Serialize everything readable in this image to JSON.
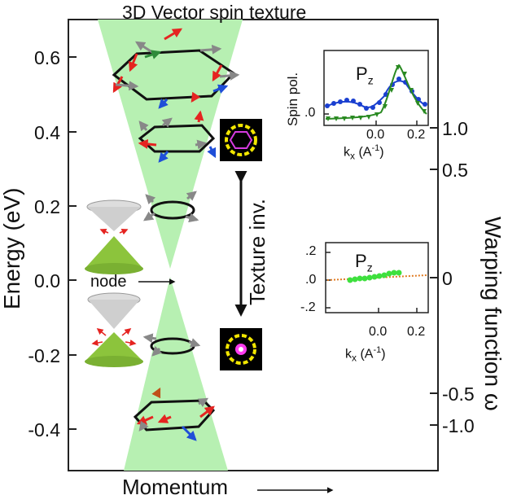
{
  "figure": {
    "title": "3D Vector spin texture",
    "y_axis_left_label": "Energy (eV)",
    "y_axis_right_label": "Warping function ω",
    "x_axis_label": "Momentum",
    "x_axis_arrow": "⟶",
    "left_ticks": [
      "0.6",
      "0.4",
      "0.2",
      "0.0",
      "-0.2",
      "-0.4"
    ],
    "right_ticks": [
      "1.0",
      "0.5",
      "0",
      "-0.5",
      "-1.0"
    ],
    "node_label": "node",
    "texture_inv_label": "Texture inv.",
    "colors": {
      "cone": "#b7f0b2",
      "dirac_green": "#8cc43c",
      "arrow_red": "#e52421",
      "arrow_blue": "#1f4fd8",
      "arrow_gray": "#888888",
      "arrow_green": "#2e8b3a",
      "arrow_orange": "#c0501a",
      "inset_blue": "#1a3fd0",
      "inset_green": "#2a8a22",
      "inset_orange": "#e07a20",
      "inset_lightgreen": "#3ee03e",
      "swirl_yellow": "#f2e600"
    }
  },
  "inset_top": {
    "ylabel": "Spin pol.",
    "title_main": "P",
    "title_sub": "z",
    "ytick": ".0",
    "xticks": [
      "0.0",
      "0.2"
    ],
    "xlabel_main": "k",
    "xlabel_sub": "x",
    "xlabel_unit": " (A",
    "xlabel_exp": "-1",
    "xlabel_close": ")"
  },
  "inset_bottom": {
    "title_main": "P",
    "title_sub": "z",
    "yticks": [
      ".2",
      ".0",
      "-.2"
    ],
    "xticks": [
      "0.0",
      "0.2"
    ],
    "xlabel_main": "k",
    "xlabel_sub": "x",
    "xlabel_unit": " (A",
    "xlabel_exp": "-1",
    "xlabel_close": ")"
  }
}
